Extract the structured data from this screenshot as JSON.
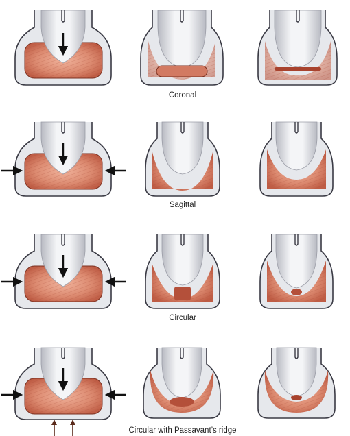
{
  "rows": [
    {
      "label": "Coronal"
    },
    {
      "label": "Sagittal"
    },
    {
      "label": "Circular"
    },
    {
      "label": "Circular with Passavant’s ridge"
    }
  ],
  "colors": {
    "outer_tissue": "#e6e8ec",
    "outline": "#3a3a44",
    "muscle_light": "#eaa58e",
    "muscle_mid": "#d8826a",
    "muscle_dark": "#b9563f",
    "velum": "#dcdde2",
    "arrow": "#111111",
    "small_arrow": "#5a2a1a"
  },
  "icons": [
    "arrow-down",
    "arrow-left",
    "arrow-right",
    "arrow-up"
  ]
}
